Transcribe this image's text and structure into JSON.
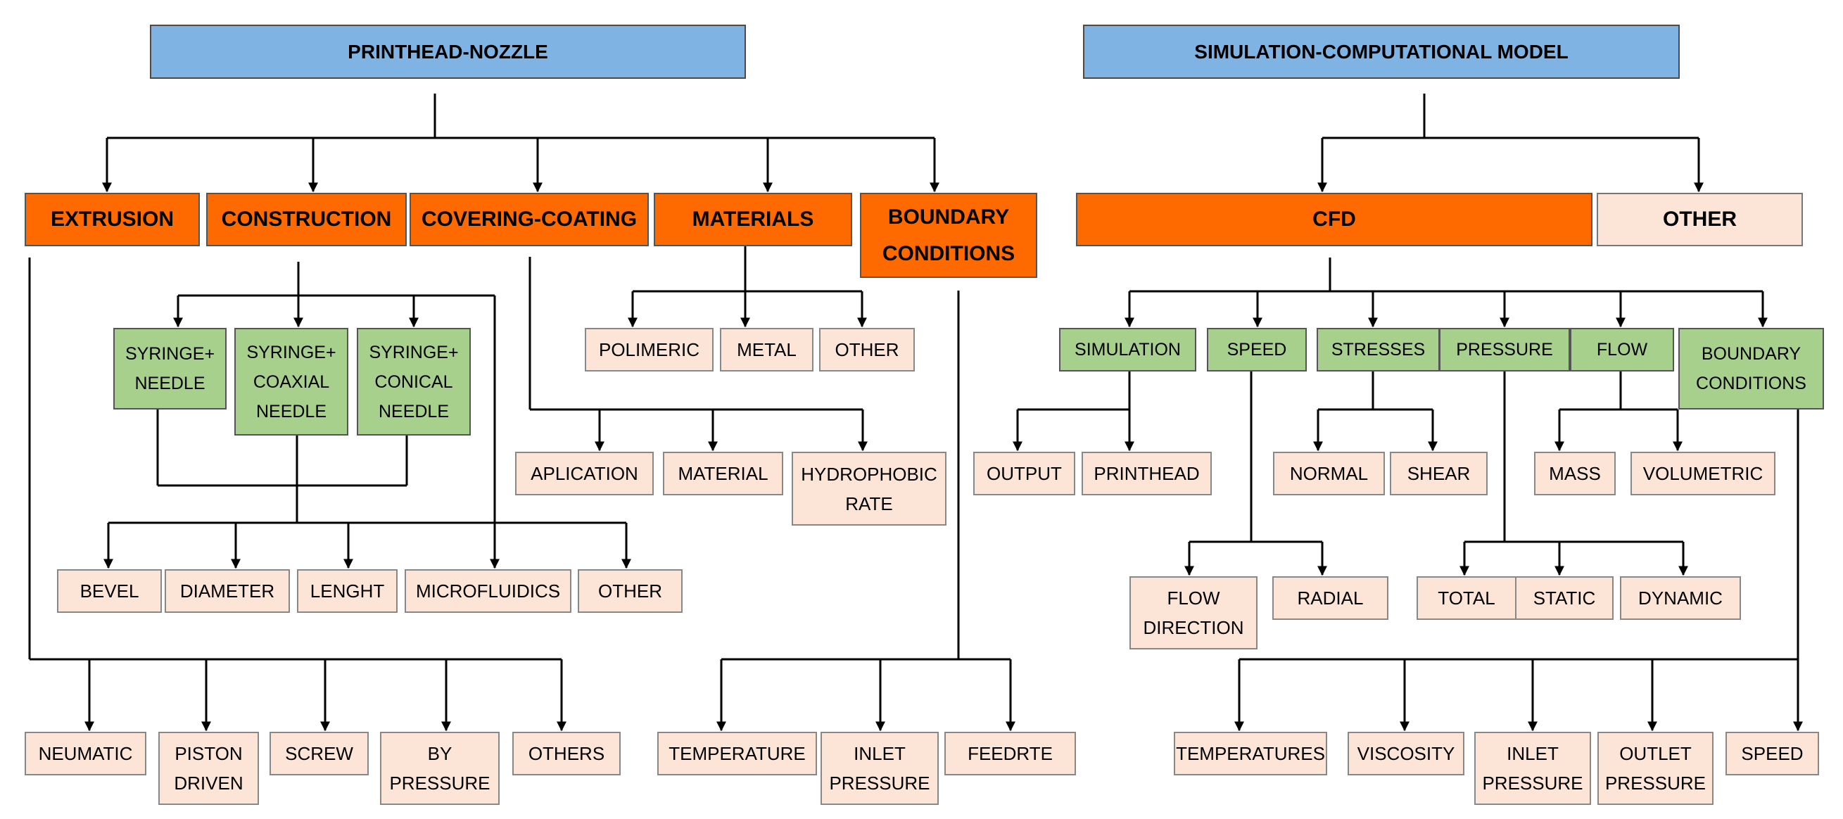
{
  "left": {
    "title": "PRINTHEAD-NOZZLE",
    "categories": {
      "extrusion": "EXTRUSION",
      "construction": "CONSTRUCTION",
      "covering": "COVERING-COATING",
      "materials": "MATERIALS",
      "boundary": "BOUNDARY\nCONDITIONS"
    },
    "construction_types": {
      "syringe_needle": "SYRINGE+\nNEEDLE",
      "syringe_coaxial": "SYRINGE+\nCOAXIAL\nNEEDLE",
      "syringe_conical": "SYRINGE+\nCONICAL\nNEEDLE"
    },
    "needle_params": {
      "bevel": "BEVEL",
      "diameter": "DIAMETER",
      "length": "LENGHT"
    },
    "construction_other": {
      "microfluidics": "MICROFLUIDICS",
      "other": "OTHER"
    },
    "materials_items": {
      "polimeric": "POLIMERIC",
      "metal": "METAL",
      "other": "OTHER"
    },
    "covering_items": {
      "aplication": "APLICATION",
      "material": "MATERIAL",
      "hydrophobic": "HYDROPHOBIC\nRATE"
    },
    "extrusion_items": {
      "neumatic": "NEUMATIC",
      "piston": "PISTON\nDRIVEN",
      "screw": "SCREW",
      "pressure": "BY\nPRESSURE",
      "others": "OTHERS"
    },
    "boundary_items": {
      "temperature": "TEMPERATURE",
      "inlet": "INLET\nPRESSURE",
      "feedrate": "FEEDRTE"
    }
  },
  "right": {
    "title": "SIMULATION-COMPUTATIONAL MODEL",
    "categories": {
      "cfd": "CFD",
      "other": "OTHER"
    },
    "cfd_items": {
      "simulation": "SIMULATION",
      "speed": "SPEED",
      "stresses": "STRESSES",
      "pressure": "PRESSURE",
      "flow": "FLOW",
      "boundary": "BOUNDARY\nCONDITIONS"
    },
    "simulation_items": {
      "output": "OUTPUT",
      "printhead": "PRINTHEAD"
    },
    "stresses_items": {
      "normal": "NORMAL",
      "shear": "SHEAR"
    },
    "flow_items": {
      "mass": "MASS",
      "volumetric": "VOLUMETRIC"
    },
    "speed_items": {
      "direction": "FLOW\nDIRECTION",
      "radial": "RADIAL"
    },
    "pressure_items": {
      "total": "TOTAL",
      "static": "STATIC",
      "dynamic": "DYNAMIC"
    },
    "boundary_items": {
      "temperatures": "TEMPERATURES",
      "viscosity": "VISCOSITY",
      "inlet": "INLET\nPRESSURE",
      "outlet": "OUTLET\nPRESSURE",
      "speed": "SPEED"
    }
  }
}
